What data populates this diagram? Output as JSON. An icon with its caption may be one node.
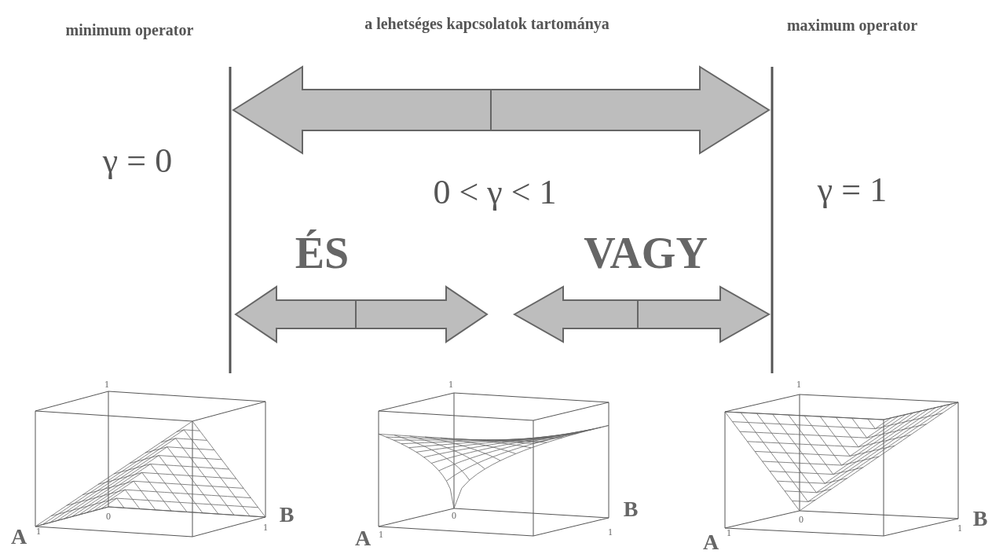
{
  "diagram": {
    "labels": [
      "minimum operator",
      "a lehetséges kapcsolatok tartománya",
      "maximum operator",
      "γ = 0",
      "0 < γ < 1",
      "γ = 1",
      "ÉS",
      "VAGY",
      "1",
      "0",
      "A",
      "1",
      "1",
      "B",
      "1",
      "0",
      "A",
      "1",
      "1",
      "B",
      "1",
      "0",
      "A",
      "1",
      "1",
      "B"
    ]
  }
}
